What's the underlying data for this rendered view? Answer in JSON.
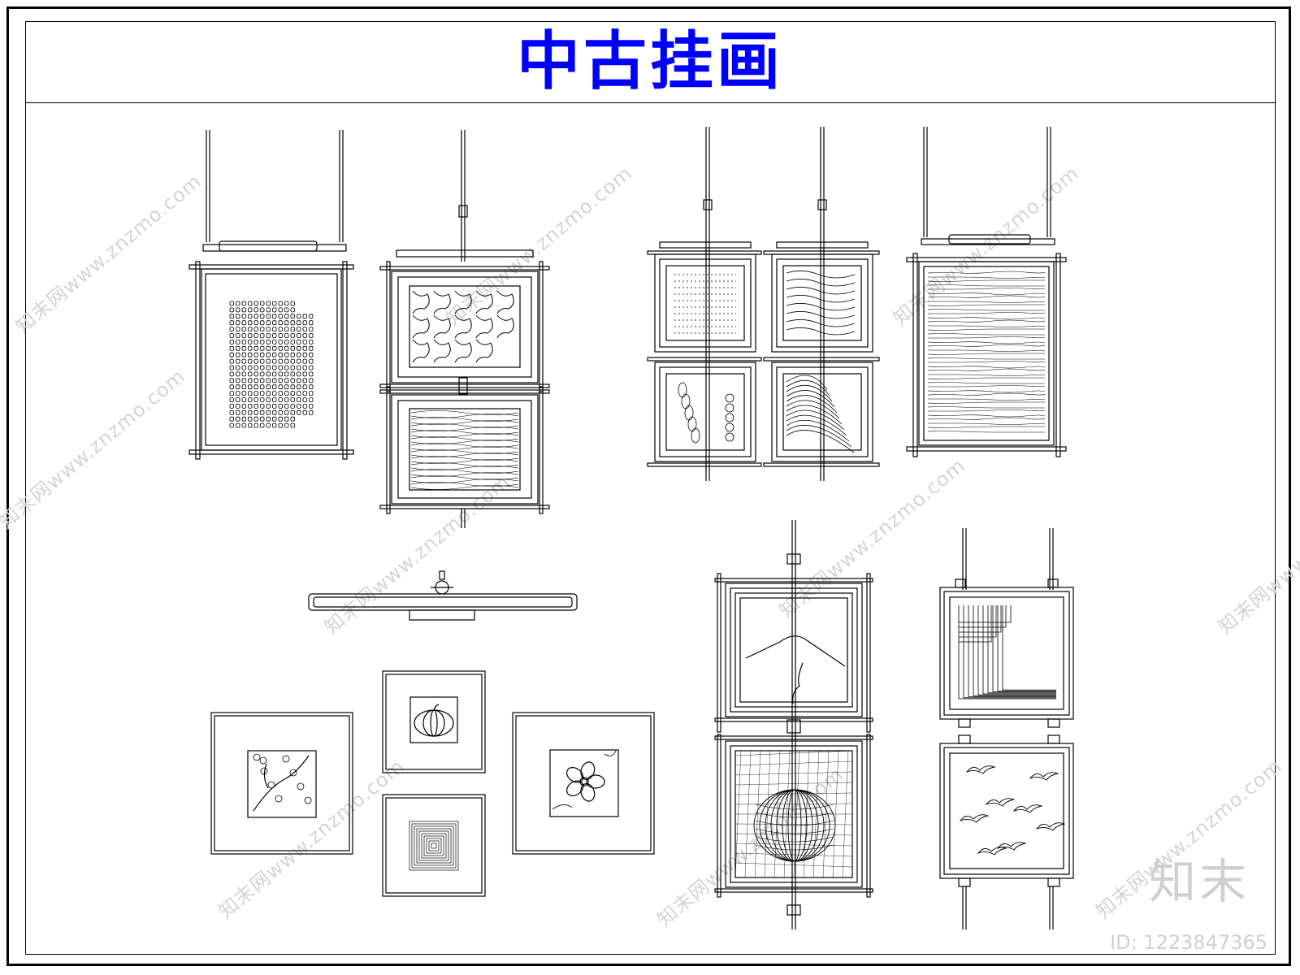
{
  "title": "中古挂画",
  "title_color": "#0000ff",
  "line_color": "#000000",
  "watermark_text": "知末网www.znzmo.com",
  "watermark_color": "#d4d4d4",
  "brand": {
    "logo_text": "知末",
    "id_text": "ID: 1223847365"
  },
  "figures": [
    "hanging-dot-pattern-panel",
    "double-frame-abstract-and-landscape",
    "quad-frame-grid",
    "hanging-wood-grain-panel",
    "picture-light",
    "framed-floral-print",
    "framed-pumpkin-print",
    "framed-geometric-print",
    "framed-flower-print",
    "double-frame-mountain-and-pumpkin",
    "double-frame-maze-and-birds"
  ]
}
